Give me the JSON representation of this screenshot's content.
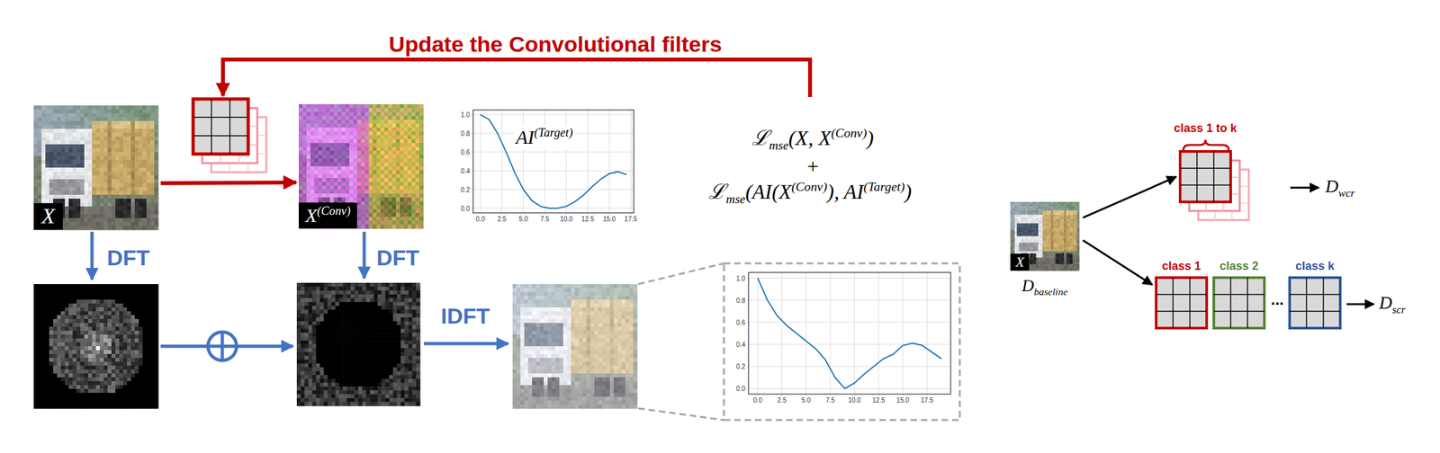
{
  "diagram": {
    "nodes": [
      {
        "text": [
          "X"
        ]
      },
      {
        "text": [
          "X(Conv)"
        ]
      },
      {
        "text": [
          "AI(Target)"
        ]
      },
      {
        "text": [
          "X",
          "Dbaseline"
        ]
      },
      {
        "text": [
          "class 1 to k"
        ]
      },
      {
        "text": [
          "class 1"
        ]
      },
      {
        "text": [
          "class 2"
        ]
      },
      {
        "text": [
          "class k"
        ]
      }
    ],
    "edges": [
      {
        "from": 0,
        "to": 1,
        "arrow": "to"
      },
      {
        "from": 3,
        "to": 4,
        "arrow": "to"
      },
      {
        "from": 3,
        "to": 5,
        "arrow": "to"
      }
    ],
    "labels": [
      "Update the Convolutional filters",
      "ℒmse(X, X(Conv))",
      "+",
      "ℒmse(AI(X(Conv)), AI(Target))",
      "DFT",
      "DFT",
      "IDFT",
      "...",
      "Dwcr",
      "Dscr",
      "0.0",
      "0.2",
      "0.4",
      "0.6",
      "0.8",
      "1.0",
      "0.0",
      "2.5",
      "5.0",
      "7.5",
      "10.0",
      "12.5",
      "15.0",
      "17.5",
      "0.0",
      "0.2",
      "0.4",
      "0.6",
      "0.8",
      "1.0",
      "0.0",
      "2.5",
      "5.0",
      "7.5",
      "10.0",
      "12.5",
      "15.0",
      "17.5"
    ]
  }
}
